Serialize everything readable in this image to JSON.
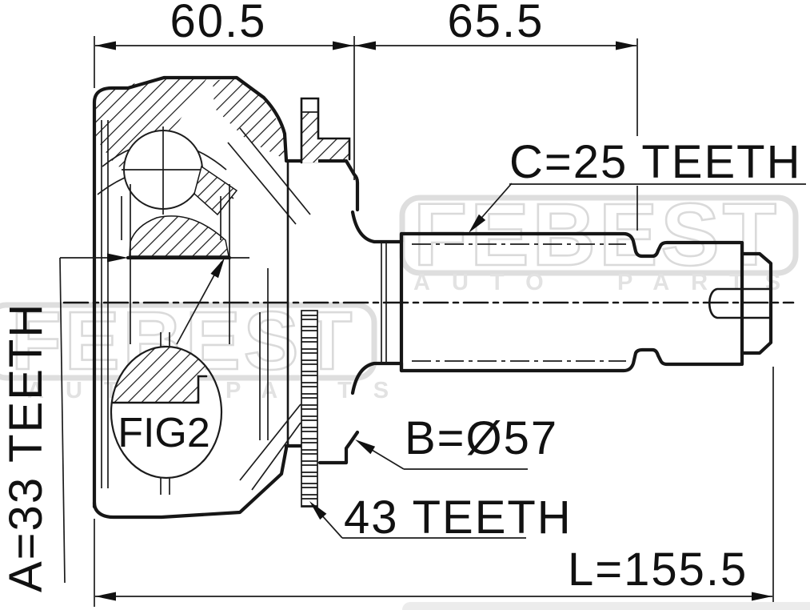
{
  "figure": {
    "type": "technical-drawing",
    "subject": "CV joint dimensional diagram",
    "detail_label": "FIG2"
  },
  "dimensions": {
    "top_left_width": "60.5",
    "top_right_width": "65.5",
    "shaft_spline_teeth": "C=25 TEETH",
    "inner_spline_teeth": "A=33 TEETH",
    "outer_diameter": "B=Ø57",
    "abs_ring_teeth": "43 TEETH",
    "total_length": "L=155.5"
  },
  "watermark": {
    "brand": "FEBEST",
    "tagline_word1": "AUTO",
    "tagline_word2": "PARTS",
    "color": "#dadada"
  },
  "colors": {
    "line": "#161616",
    "background": "#ffffff",
    "watermark": "#dadada",
    "bottom_band": "#ececec"
  }
}
